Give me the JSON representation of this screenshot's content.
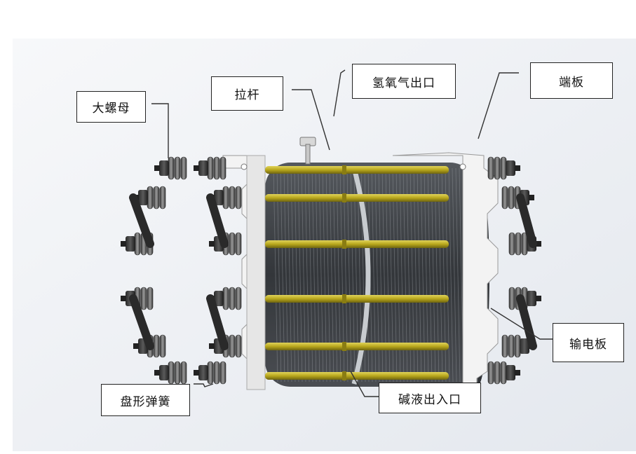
{
  "labels": {
    "big_nut": "大螺母",
    "tie_rod": "拉杆",
    "gas_outlet": "氢氧气出口",
    "end_plate": "端板",
    "disc_spring": "盘形弹簧",
    "lye_port": "碱液出入口",
    "power_plate": "输电板"
  },
  "colors": {
    "rod_yellow": "#b8a71c",
    "stack_dark": "#3b3e42",
    "end_plate": "#f2f2f2",
    "background_panel": "#e9ecf0"
  }
}
